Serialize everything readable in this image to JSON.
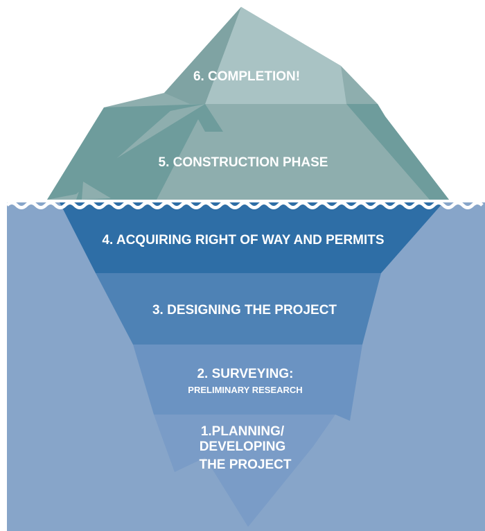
{
  "colors": {
    "water": "#87a5c9",
    "above_peak": "#a9c3c4",
    "above_mid": "#8eaeae",
    "above_shadow": "#6e9c9c",
    "level4": "#2e6ea6",
    "level3": "#4e82b5",
    "level2": "#6b93c2",
    "level1": "#7a9cc7",
    "text": "#ffffff"
  },
  "levels": [
    {
      "id": "6",
      "title": "6. COMPLETION!"
    },
    {
      "id": "5",
      "title": "5. CONSTRUCTION PHASE"
    },
    {
      "id": "4",
      "title": "4. ACQUIRING RIGHT OF WAY AND PERMITS"
    },
    {
      "id": "3",
      "title": "3. DESIGNING THE PROJECT"
    },
    {
      "id": "2",
      "title": "2. SURVEYING:",
      "subtitle": "PRELIMINARY RESEARCH"
    },
    {
      "id": "1",
      "title_lines": [
        "1.PLANNING/",
        "DEVELOPING",
        "THE PROJECT"
      ]
    }
  ]
}
